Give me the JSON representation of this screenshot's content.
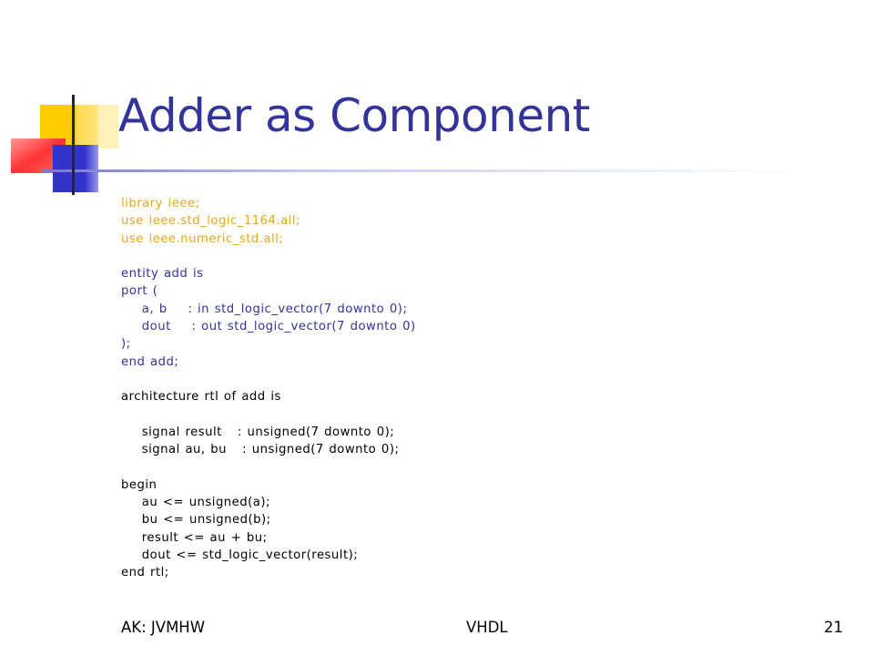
{
  "slide": {
    "title": "Adder as Component",
    "code_lines": [
      {
        "text": "library ieee;",
        "color": "orange"
      },
      {
        "text": "use ieee.std_logic_1164.all;",
        "color": "orange"
      },
      {
        "text": "use ieee.numeric_std.all;",
        "color": "orange"
      },
      {
        "text": "",
        "color": "black"
      },
      {
        "text": "entity add is",
        "color": "navy"
      },
      {
        "text": "port (",
        "color": "navy"
      },
      {
        "text": "    a, b    : in std_logic_vector(7 downto 0);",
        "color": "navy"
      },
      {
        "text": "    dout    : out std_logic_vector(7 downto 0)",
        "color": "navy"
      },
      {
        "text": ");",
        "color": "navy"
      },
      {
        "text": "end add;",
        "color": "navy"
      },
      {
        "text": "",
        "color": "black"
      },
      {
        "text": "architecture rtl of add is",
        "color": "black"
      },
      {
        "text": "",
        "color": "black"
      },
      {
        "text": "    signal result   : unsigned(7 downto 0);",
        "color": "black"
      },
      {
        "text": "    signal au, bu   : unsigned(7 downto 0);",
        "color": "black"
      },
      {
        "text": "",
        "color": "black"
      },
      {
        "text": "begin",
        "color": "black"
      },
      {
        "text": "    au <= unsigned(a);",
        "color": "black"
      },
      {
        "text": "    bu <= unsigned(b);",
        "color": "black"
      },
      {
        "text": "    result <= au + bu;",
        "color": "black"
      },
      {
        "text": "    dout <= std_logic_vector(result);",
        "color": "black"
      },
      {
        "text": "end rtl;",
        "color": "black"
      }
    ]
  },
  "footer": {
    "left": "AK: JVMHW",
    "center": "VHDL",
    "page_number": "21"
  },
  "colors": {
    "title": "#333399",
    "code_orange": "#e6a817",
    "code_navy": "#333399",
    "code_black": "#000000",
    "logo_yellow": "#ffcc00",
    "logo_red": "#ff3333",
    "logo_blue": "#3333cc"
  }
}
